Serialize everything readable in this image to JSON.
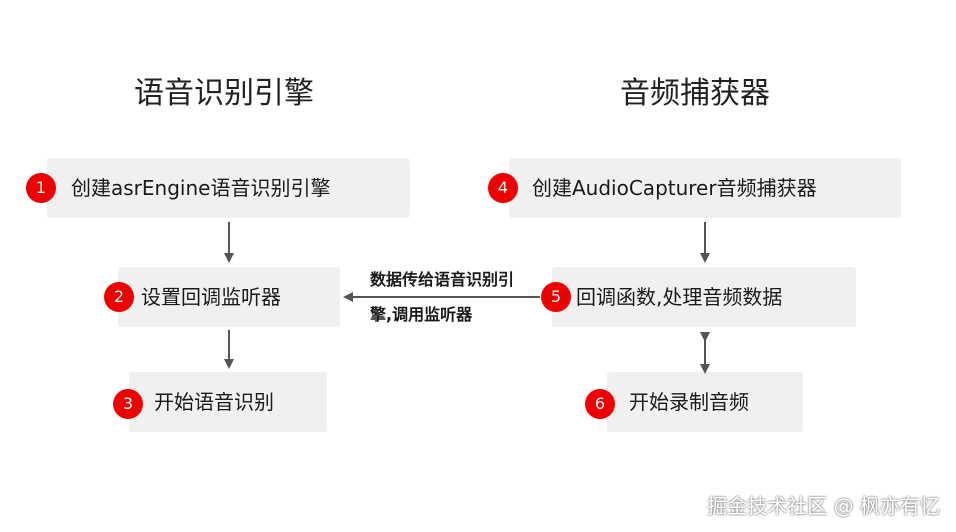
{
  "headings": {
    "left": "语音识别引擎",
    "right": "音频捕获器"
  },
  "steps": [
    {
      "number": "1",
      "label": "创建asrEngine语音识别引擎"
    },
    {
      "number": "2",
      "label": "设置回调监听器"
    },
    {
      "number": "3",
      "label": "开始语音识别"
    },
    {
      "number": "4",
      "label": "创建AudioCapturer音频捕获器"
    },
    {
      "number": "5",
      "label": "回调函数,处理音频数据"
    },
    {
      "number": "6",
      "label": "开始录制音频"
    }
  ],
  "edge_label": {
    "line1": "数据传给语音识别引",
    "line2": "擎,调用监听器"
  },
  "watermark": "掘金技术社区 @ 枫亦有忆",
  "colors": {
    "badge": "#ee0000",
    "box": "#f0f0f0",
    "arrow": "#555555"
  }
}
